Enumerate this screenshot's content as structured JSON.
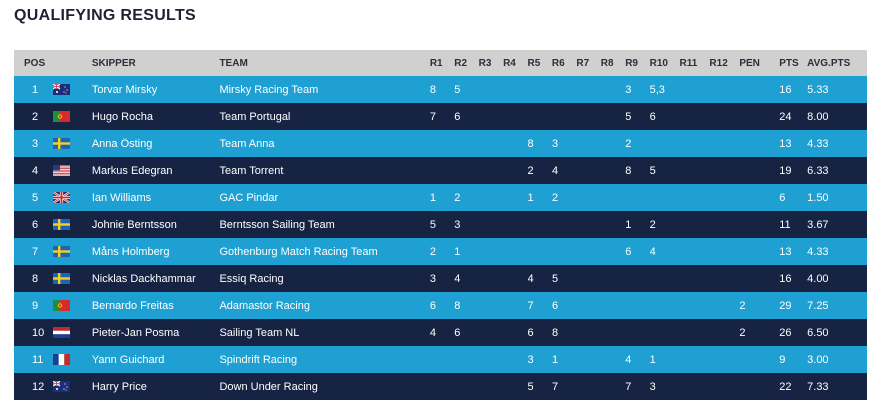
{
  "title": "QUALIFYING RESULTS",
  "colors": {
    "row_light": "#1ea0d2",
    "row_dark": "#162342",
    "header_bg": "#d0d0d0",
    "title": "#1d2233"
  },
  "columns": [
    "POS",
    "",
    "SKIPPER",
    "TEAM",
    "R1",
    "R2",
    "R3",
    "R4",
    "R5",
    "R6",
    "R7",
    "R8",
    "R9",
    "R10",
    "R11",
    "R12",
    "PEN",
    "PTS",
    "AVG.PTS"
  ],
  "rows": [
    {
      "pos": "1",
      "flag": "australia-flag",
      "skipper": "Torvar Mirsky",
      "team": "Mirsky Racing Team",
      "r": [
        "8",
        "5",
        "",
        "",
        "",
        "",
        "",
        "",
        "3",
        "5,3",
        "",
        ""
      ],
      "pen": "",
      "pts": "16",
      "avg": "5.33"
    },
    {
      "pos": "2",
      "flag": "portugal-flag",
      "skipper": "Hugo Rocha",
      "team": "Team Portugal",
      "r": [
        "7",
        "6",
        "",
        "",
        "",
        "",
        "",
        "",
        "5",
        "6",
        "",
        ""
      ],
      "pen": "",
      "pts": "24",
      "avg": "8.00"
    },
    {
      "pos": "3",
      "flag": "sweden-flag",
      "skipper": "Anna Östing",
      "team": "Team Anna",
      "r": [
        "",
        "",
        "",
        "",
        "8",
        "3",
        "",
        "",
        "2",
        "",
        "",
        ""
      ],
      "pen": "",
      "pts": "13",
      "avg": "4.33"
    },
    {
      "pos": "4",
      "flag": "usa-flag",
      "skipper": "Markus Edegran",
      "team": "Team Torrent",
      "r": [
        "",
        "",
        "",
        "",
        "2",
        "4",
        "",
        "",
        "8",
        "5",
        "",
        ""
      ],
      "pen": "",
      "pts": "19",
      "avg": "6.33"
    },
    {
      "pos": "5",
      "flag": "uk-flag",
      "skipper": "Ian Williams",
      "team": "GAC Pindar",
      "r": [
        "1",
        "2",
        "",
        "",
        "1",
        "2",
        "",
        "",
        "",
        "",
        "",
        ""
      ],
      "pen": "",
      "pts": "6",
      "avg": "1.50"
    },
    {
      "pos": "6",
      "flag": "sweden-flag",
      "skipper": "Johnie Berntsson",
      "team": "Berntsson Sailing Team",
      "r": [
        "5",
        "3",
        "",
        "",
        "",
        "",
        "",
        "",
        "1",
        "2",
        "",
        ""
      ],
      "pen": "",
      "pts": "11",
      "avg": "3.67"
    },
    {
      "pos": "7",
      "flag": "sweden-flag",
      "skipper": "Måns Holmberg",
      "team": "Gothenburg Match Racing Team",
      "r": [
        "2",
        "1",
        "",
        "",
        "",
        "",
        "",
        "",
        "6",
        "4",
        "",
        ""
      ],
      "pen": "",
      "pts": "13",
      "avg": "4.33"
    },
    {
      "pos": "8",
      "flag": "sweden-flag",
      "skipper": "Nicklas Dackhammar",
      "team": "Essiq Racing",
      "r": [
        "3",
        "4",
        "",
        "",
        "4",
        "5",
        "",
        "",
        "",
        "",
        "",
        ""
      ],
      "pen": "",
      "pts": "16",
      "avg": "4.00"
    },
    {
      "pos": "9",
      "flag": "portugal-flag",
      "skipper": "Bernardo Freitas",
      "team": "Adamastor Racing",
      "r": [
        "6",
        "8",
        "",
        "",
        "7",
        "6",
        "",
        "",
        "",
        "",
        "",
        ""
      ],
      "pen": "2",
      "pts": "29",
      "avg": "7.25"
    },
    {
      "pos": "10",
      "flag": "netherlands-flag",
      "skipper": "Pieter-Jan Posma",
      "team": "Sailing Team NL",
      "r": [
        "4",
        "6",
        "",
        "",
        "6",
        "8",
        "",
        "",
        "",
        "",
        "",
        ""
      ],
      "pen": "2",
      "pts": "26",
      "avg": "6.50"
    },
    {
      "pos": "11",
      "flag": "france-flag",
      "skipper": "Yann Guichard",
      "team": "Spindrift Racing",
      "r": [
        "",
        "",
        "",
        "",
        "3",
        "1",
        "",
        "",
        "4",
        "1",
        "",
        ""
      ],
      "pen": "",
      "pts": "9",
      "avg": "3.00"
    },
    {
      "pos": "12",
      "flag": "australia-flag",
      "skipper": "Harry Price",
      "team": "Down Under Racing",
      "r": [
        "",
        "",
        "",
        "",
        "5",
        "7",
        "",
        "",
        "7",
        "3",
        "",
        ""
      ],
      "pen": "",
      "pts": "22",
      "avg": "7.33"
    }
  ]
}
